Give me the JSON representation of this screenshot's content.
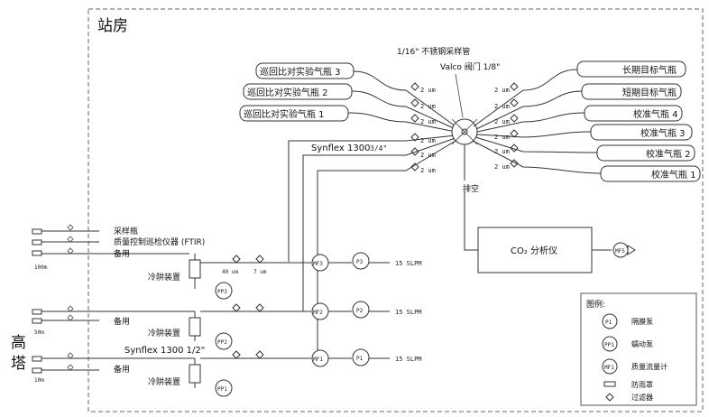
{
  "station": "站房",
  "tower": "高塔",
  "top_pipe": "1/16\" 不锈钢采样管",
  "valve": "Valco 阀门 1/8\"",
  "synflex_34": "Synflex 1300",
  "synflex_34_size": "3/4\"",
  "synflex_12": "Synflex 1300 1/2\"",
  "vent": "排空",
  "filter_2um": "2 um",
  "filter_40um": "40 um",
  "filter_7um": "7 um",
  "flow": "15 SLPM",
  "analyzer": "CO₂ 分析仪",
  "cold_trap": "冷阱装置",
  "left_cyl": [
    "巡回比对实验气瓶 3",
    "巡回比对实验气瓶 2",
    "巡回比对实验气瓶 1"
  ],
  "right_cyl": [
    "长期目标气瓶",
    "短期目标气瓶",
    "校准气瓶 4",
    "校准气瓶 3",
    "校准气瓶 2",
    "校准气瓶 1"
  ],
  "inlets_100": [
    "采样瓶",
    "质量控制巡检仪器 (FTIR)",
    "备用"
  ],
  "height_100": "100m",
  "spare": "备用",
  "height_50": "50m",
  "height_10": "10m",
  "mf": [
    "MF3",
    "MF2",
    "MF1",
    "MF5"
  ],
  "p": [
    "P3",
    "P2",
    "P1"
  ],
  "pp": [
    "PP3",
    "PP2",
    "PP1"
  ],
  "legend": {
    "title": "图例:",
    "items": [
      "隔膜泵",
      "蠕动泵",
      "质量流量计",
      "防雨罩",
      "过滤器"
    ],
    "symbols": [
      "P1",
      "PP1",
      "MF1"
    ]
  }
}
